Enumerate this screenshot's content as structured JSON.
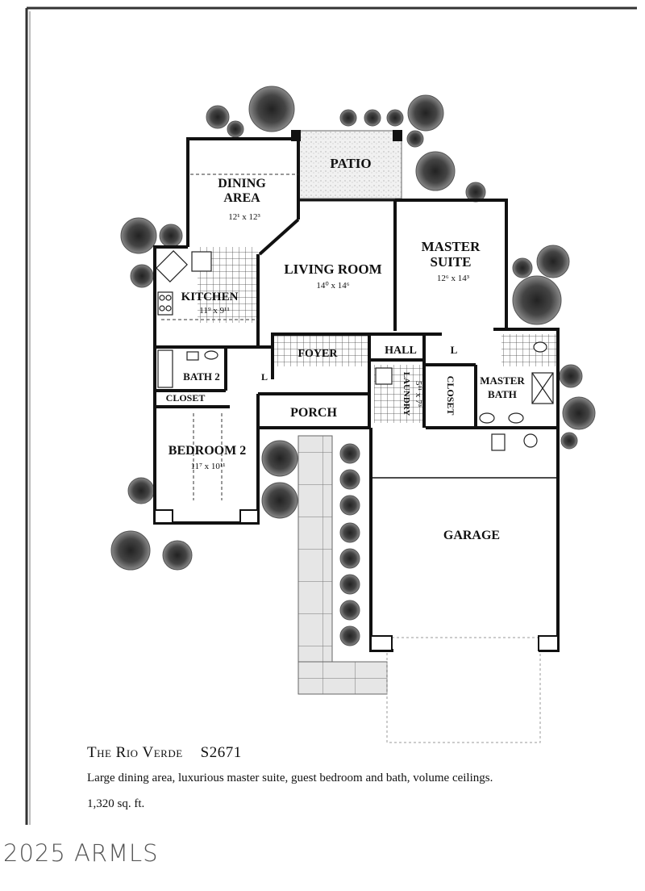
{
  "rooms": {
    "patio": {
      "name": "PATIO"
    },
    "dining": {
      "name_line1": "DINING",
      "name_line2": "AREA",
      "dim": "12¹ x 12³"
    },
    "living": {
      "name": "LIVING ROOM",
      "dim": "14⁰ x 14⁶"
    },
    "master_suite": {
      "name_line1": "MASTER",
      "name_line2": "SUITE",
      "dim": "12⁶ x 14³"
    },
    "kitchen": {
      "name": "KITCHEN",
      "dim": "11⁹ x 9¹¹"
    },
    "foyer": {
      "name": "FOYER"
    },
    "hall": {
      "name": "HALL"
    },
    "linen_1": {
      "name": "L"
    },
    "linen_2": {
      "name": "L"
    },
    "bath2": {
      "name": "BATH 2"
    },
    "closet_bed2": {
      "name": "CLOSET"
    },
    "laundry": {
      "name": "LAUNDRY",
      "dim": "5¹¹ x 7³"
    },
    "closet_master": {
      "name": "CLOSET"
    },
    "master_bath": {
      "name_line1": "MASTER",
      "name_line2": "BATH"
    },
    "porch": {
      "name": "PORCH"
    },
    "bedroom2": {
      "name": "BEDROOM 2",
      "dim": "11⁷ x 10¹¹"
    },
    "garage": {
      "name": "GARAGE"
    }
  },
  "caption": {
    "title": "The Rio Verde",
    "code": "S2671",
    "description": "Large dining area, luxurious master suite, guest bedroom and bath, volume ceilings.",
    "area": "1,320 sq. ft."
  },
  "watermark": "2025 ARMLS"
}
